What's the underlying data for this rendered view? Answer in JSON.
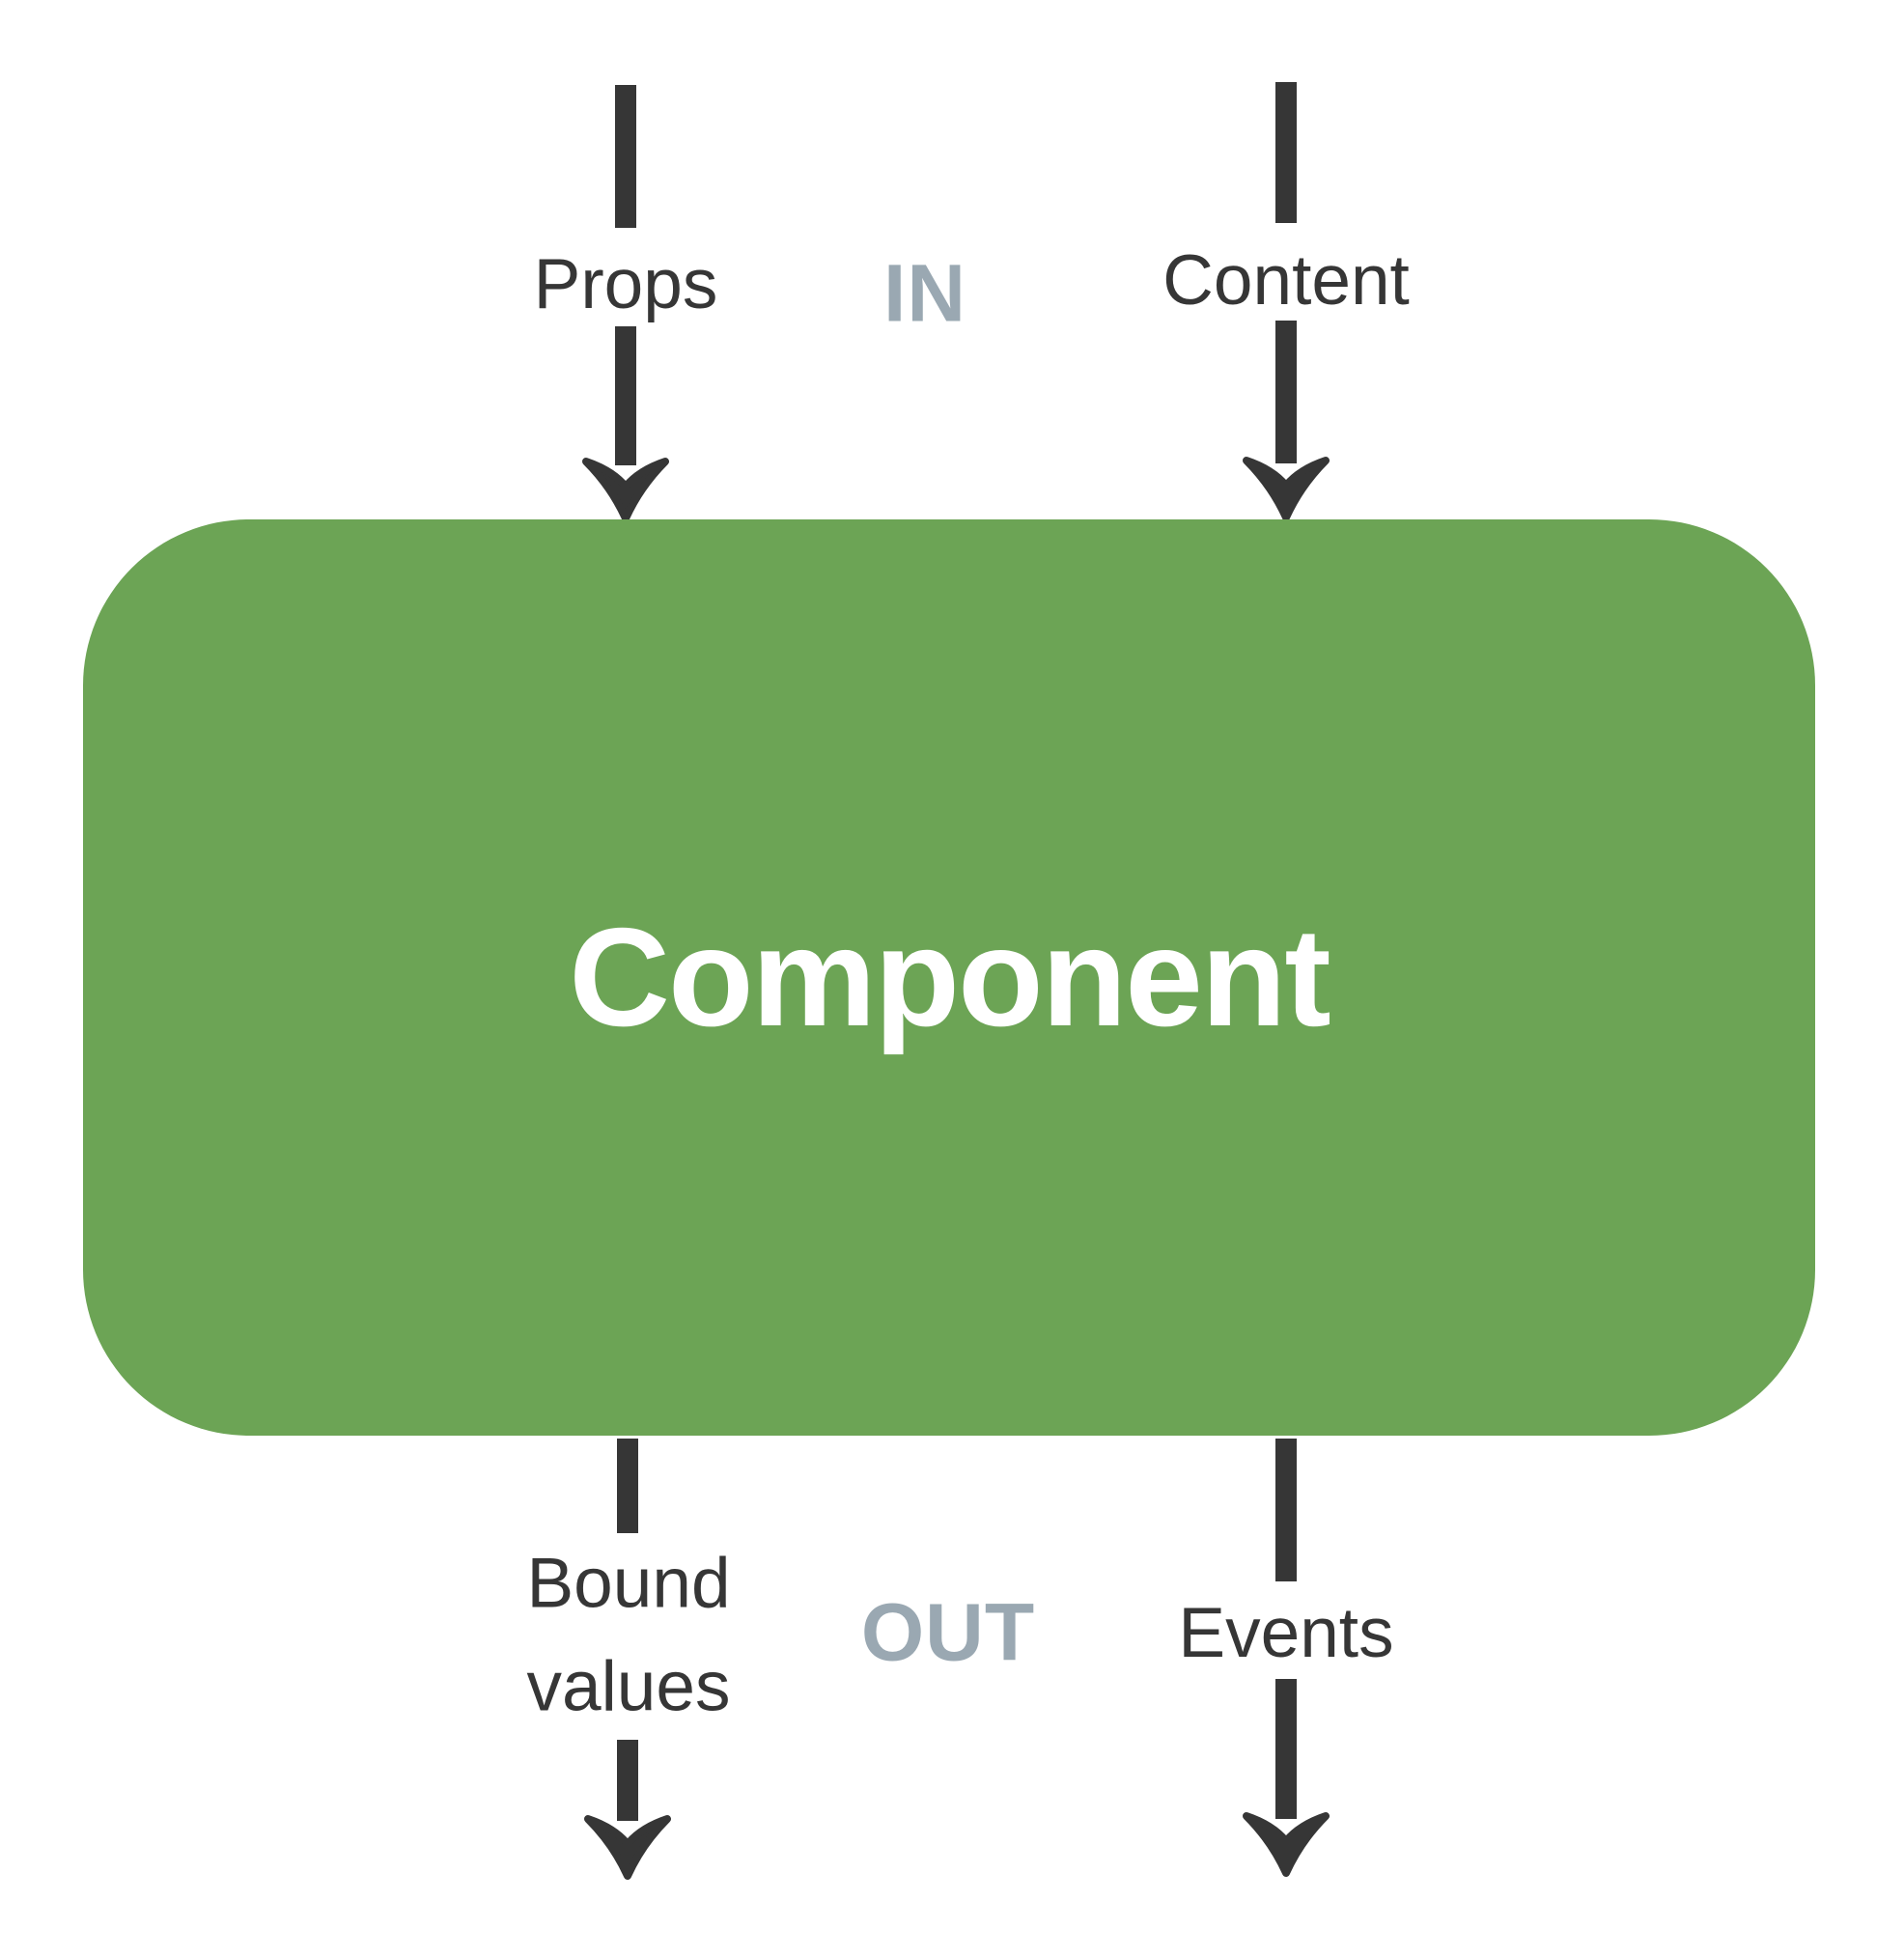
{
  "colors": {
    "background": "#ffffff",
    "box": "#6ca455",
    "box_text": "#ffffff",
    "arrow": "#363636",
    "label": "#363636",
    "badge": "#9aa8b2"
  },
  "component": {
    "label": "Component"
  },
  "flow": {
    "in_badge": "IN",
    "out_badge": "OUT",
    "inputs": [
      {
        "label": "Props"
      },
      {
        "label": "Content"
      }
    ],
    "outputs": [
      {
        "label": "Bound values"
      },
      {
        "label": "Events"
      }
    ]
  }
}
